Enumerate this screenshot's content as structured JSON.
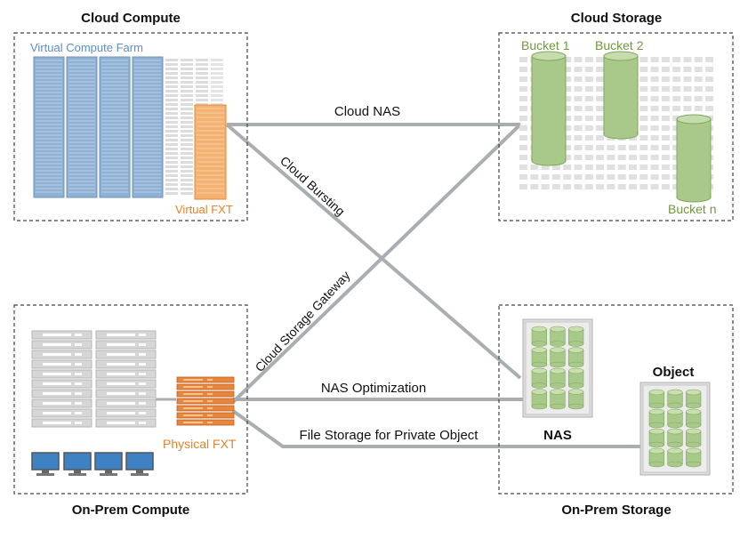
{
  "colors": {
    "box_border": "#444444",
    "connector": "#a9aeb0",
    "farm_blue": "#8fb1d3",
    "farm_blue_text": "#5b8fc9",
    "fxt_orange": "#e8873a",
    "fxt_orange_text": "#e0842d",
    "bucket_green": "#a9c98a",
    "bucket_green_text": "#6e9a3c",
    "rack_gray": "#d9d9d9",
    "monitor_blue": "#3f82c4"
  },
  "zones": {
    "cloud_compute": "Cloud Compute",
    "cloud_storage": "Cloud Storage",
    "onprem_compute": "On-Prem Compute",
    "onprem_storage": "On-Prem Storage"
  },
  "labels": {
    "virtual_compute_farm": "Virtual Compute Farm",
    "virtual_fxt": "Virtual FXT",
    "physical_fxt": "Physical FXT",
    "nas": "NAS",
    "object": "Object"
  },
  "buckets": [
    {
      "label": "Bucket 1",
      "icon": "cylinder-icon"
    },
    {
      "label": "Bucket 2",
      "icon": "cylinder-icon"
    },
    {
      "label": "Bucket n",
      "icon": "cylinder-icon"
    }
  ],
  "connections": {
    "cloud_nas": "Cloud NAS",
    "cloud_bursting": "Cloud Bursting",
    "cloud_storage_gateway": "Cloud Storage Gateway",
    "nas_optimization": "NAS Optimization",
    "file_storage_private_object": "File Storage for Private Object"
  }
}
